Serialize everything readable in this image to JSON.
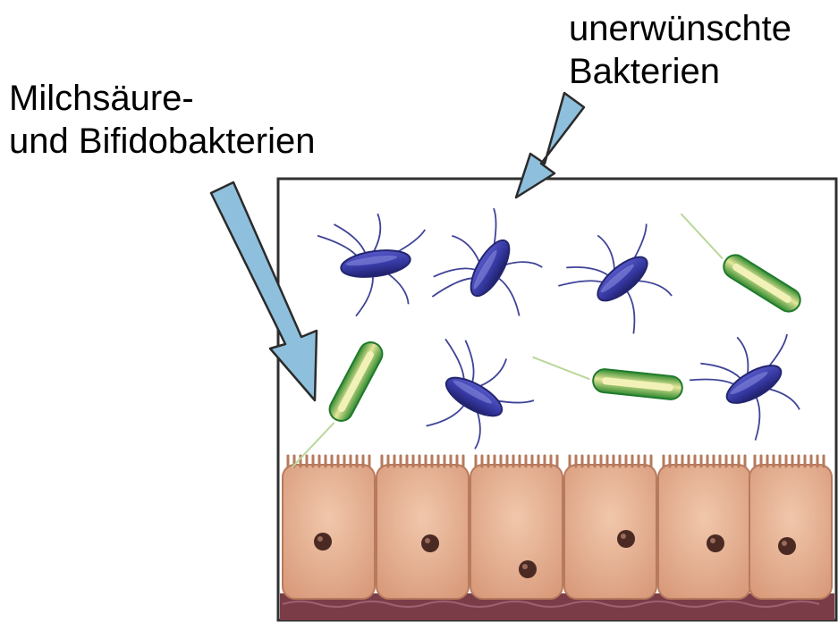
{
  "labels": {
    "good_bacteria": [
      "Milchsäure-",
      "und Bifidobakterien"
    ],
    "bad_bacteria": [
      "unerwünschte",
      "Bakterien"
    ]
  },
  "legend_marks": {
    "good_bacteria_icon": "green-rod-bacterium-icon",
    "bad_bacteria_icon": "blue-flagellated-bacterium-icon"
  },
  "colors": {
    "arrow_fill": "#8ec0dd",
    "arrow_stroke": "#2b2b2b",
    "good_bacteria_fill": "#c7df7a",
    "good_bacteria_edge": "#1f7a2c",
    "bad_bacteria_fill": "#3b3fa8",
    "bad_bacteria_edge": "#23256e",
    "cell_fill": "#e6b597",
    "cell_edge": "#b77a5d",
    "nucleus": "#4a2a22",
    "tissue": "#7a3d48",
    "border": "#303030"
  }
}
